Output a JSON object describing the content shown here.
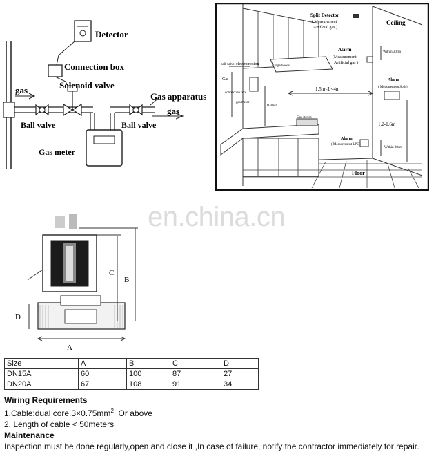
{
  "left_diagram": {
    "detector": "Detector",
    "connection_box": "Connection box",
    "solenoid_valve": "Solenoid valve",
    "gas_apparatus": "Gas apparatus",
    "gas_in": "gas",
    "gas_out": "gas",
    "ball_valve_1": "Ball valve",
    "ball_valve_2": "Ball valve",
    "gas_meter": "Gas meter"
  },
  "kitchen_diagram": {
    "split_detector": "Split Detector",
    "split_detector_sub1": "( Measurement",
    "split_detector_sub2": "Artificial gas )",
    "ceiling": "Ceiling",
    "alarm_top": "Alarm",
    "alarm_top_sub1": "(Measurement",
    "alarm_top_sub2": "Artificial gas )",
    "within_30cm_top": "Within 30cm",
    "range_hoods": "Range hoods",
    "ball_valve": "ball valve",
    "electromotion": "electromotion",
    "gas": "Gas",
    "connection_box": "connection box",
    "gas_meter": "gas meter",
    "distance": "1.5m<L<4m",
    "alarm_mid": "Alarm",
    "alarm_mid_sub": "( Measurement Split)",
    "ballast": "Ballast",
    "gas_stoves": "Gas stoves",
    "height": "1.2-1.6m",
    "alarm_low": "Alarm",
    "alarm_low_sub": "( Measurement LPG)",
    "within_30cm_low": "Within 30cm",
    "floor": "Floor"
  },
  "valve_drawing": {
    "dim_a": "A",
    "dim_b": "B",
    "dim_c": "C",
    "dim_d": "D"
  },
  "watermark": "en.china.cn",
  "table": {
    "header": [
      "Size",
      "A",
      "B",
      "C",
      "D"
    ],
    "rows": [
      [
        "DN15A",
        "60",
        "100",
        "87",
        "27"
      ],
      [
        "DN20A",
        "67",
        "108",
        "91",
        "34"
      ]
    ]
  },
  "wiring": {
    "heading": "Wiring Requirements",
    "line1_pre": "1.Cable:dual core.3×0.75mm",
    "line1_sup": "2",
    "line1_post": "  Or above",
    "line2": "2. Length of cable < 50meters"
  },
  "maintenance": {
    "heading": "Maintenance",
    "text": "Inspection must be done regularly,open and close it ,In case of failure, notify the contractor immediately for repair."
  }
}
